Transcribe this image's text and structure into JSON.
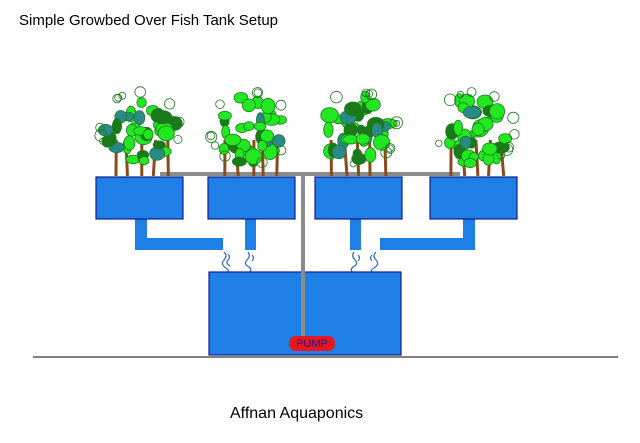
{
  "diagram": {
    "title": "Simple Growbed Over Fish Tank Setup",
    "caption": "Affnan Aquaponics",
    "pump_label": "PUMP",
    "growbed_count": 4
  },
  "colors": {
    "water": "#1e7fe6",
    "outline": "#1a1a8c",
    "pipe": "#8c8c8c",
    "pump_fill": "#e8161e",
    "pump_text": "#1a1a8c",
    "plant_light": "#22e822",
    "plant_dark": "#1a7a1a",
    "stem": "#8b4a1a",
    "water_splash": "#2a6ab8",
    "ground_line": "#000000"
  }
}
